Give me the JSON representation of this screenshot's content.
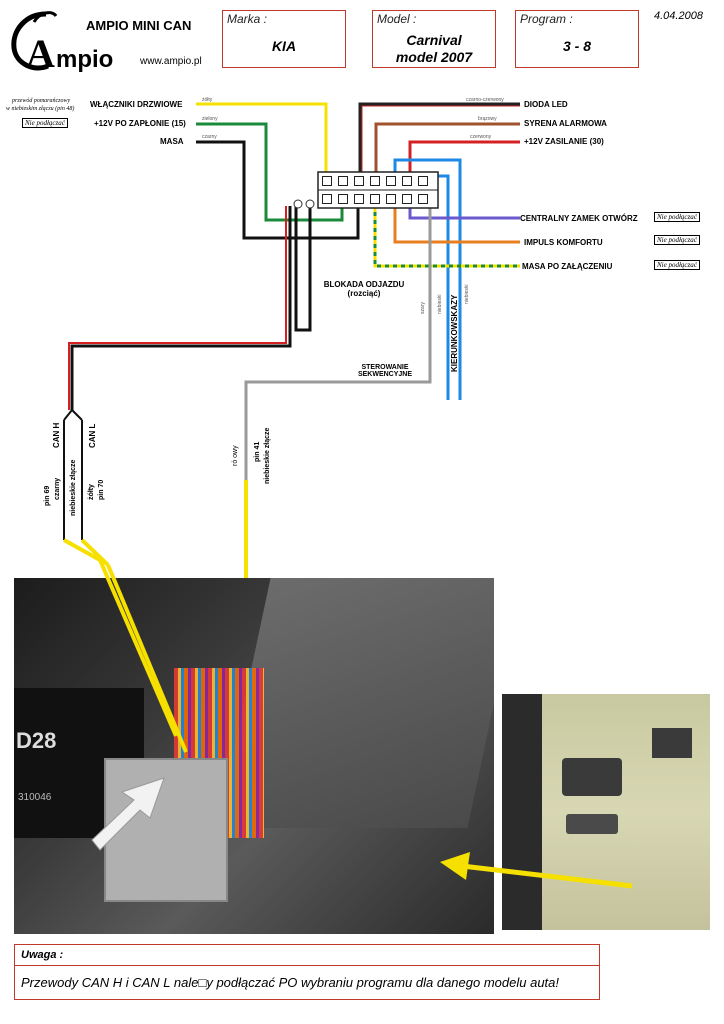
{
  "header": {
    "brand_title": "AMPIO MINI CAN",
    "logo_text": "mpio",
    "logo_letter": "A",
    "website": "www.ampio.pl",
    "date": "4.04.2008",
    "marka_label": "Marka :",
    "marka_value": "KIA",
    "model_label": "Model :",
    "model_value_line1": "Carnival",
    "model_value_line2": "model 2007",
    "program_label": "Program :",
    "program_value": "3 - 8"
  },
  "left_wires": {
    "note_line1": "przewód pomarańczowy",
    "note_line2": "w niebieskim złączu (pin 48)",
    "nie_podlaczac": "Nie podłączać",
    "doors_label": "WŁĄCZNIKI DRZWIOWE",
    "doors_color": "żółty",
    "ignition_label": "+12V PO ZAPŁONIE (15)",
    "ignition_color": "zielony",
    "ground_label": "MASA",
    "ground_color": "czarny"
  },
  "right_wires": {
    "led_label": "DIODA LED",
    "led_color": "czarno-czerwony",
    "siren_label": "SYRENA ALARMOWA",
    "siren_color": "brązowy",
    "power_label": "+12V ZASILANIE (30)",
    "power_color": "czerwony",
    "lock_label": "CENTRALNY ZAMEK OTWÓRZ",
    "comfort_label": "IMPULS KOMFORTU",
    "ground_ign_label": "MASA PO ZAŁĄCZENIU",
    "nie_podlaczac": "Nie podłączać"
  },
  "center": {
    "immobilizer_line1": "BLOKADA ODJAZDU",
    "immobilizer_line2": "(rozciąć)",
    "seq_line1": "STEROWANIE",
    "seq_line2": "SEKWENCYJNE",
    "gray_color": "szary",
    "blue_color": "niebieski",
    "blue2_color": "niebieski",
    "turn_label": "KIERUNKOWSKAZY"
  },
  "can": {
    "can_h": "CAN H",
    "can_l": "CAN L",
    "pin69": "pin 69",
    "czarny": "czarny",
    "blue_conn": "niebieskie złącze",
    "zolty": "żółty",
    "pin70": "pin 70",
    "rozowy": "ró owy",
    "pin41": "pin 41",
    "blue_conn2": "niebieskie złącze"
  },
  "photo": {
    "d28": "D28",
    "code": "310046"
  },
  "footer": {
    "title": "Uwaga :",
    "message": "Przewody CAN H i CAN L nale□y podłączać PO wybraniu programu dla danego modelu auta!"
  },
  "colors": {
    "frame": "#c0392b",
    "yellow": "#f5e000",
    "green": "#1a8a3a",
    "red": "#d42020",
    "blue": "#1e88e5",
    "gray": "#9a9a9a",
    "purple": "#6a5acd",
    "orange": "#e87e1e",
    "brown": "#a0522d"
  }
}
